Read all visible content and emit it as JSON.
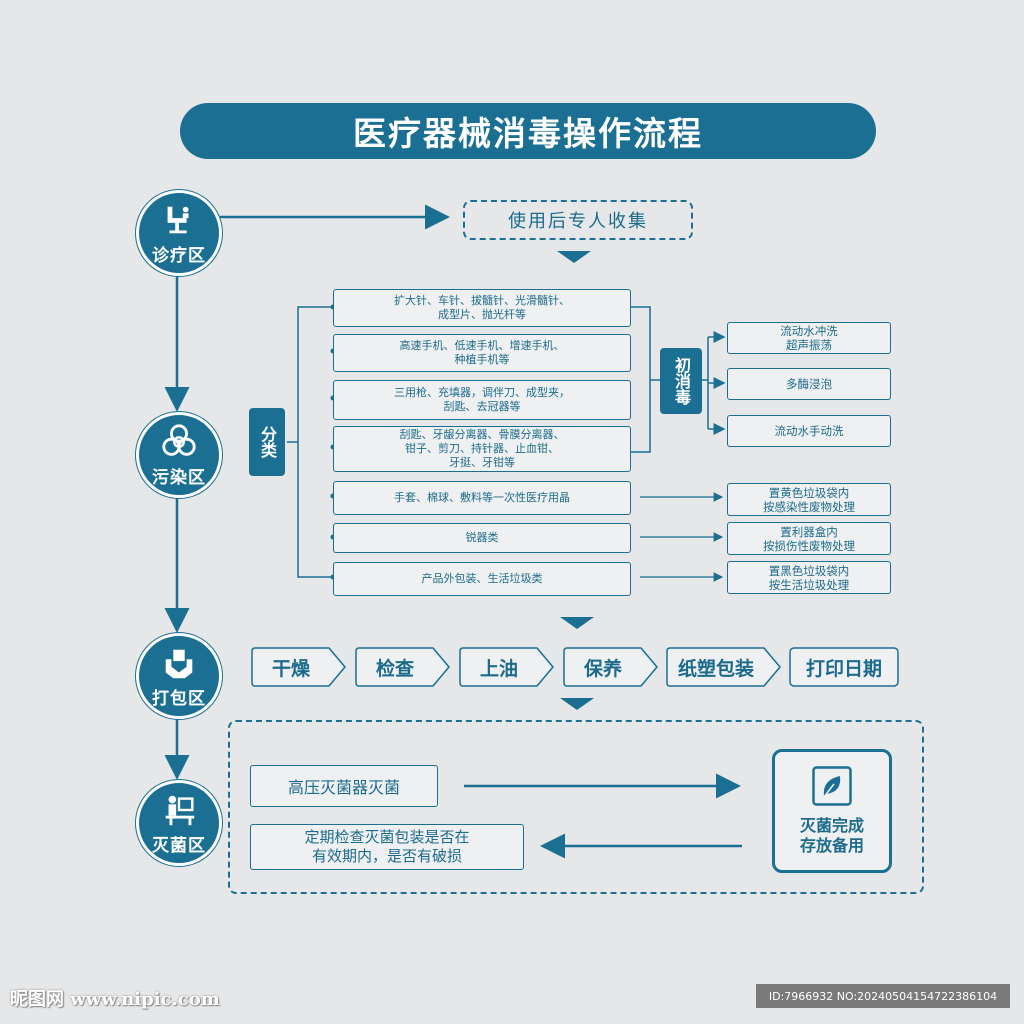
{
  "title": "医疗器械消毒操作流程",
  "colors": {
    "primary": "#1a6f92",
    "background": "#e6e7e8"
  },
  "zones": [
    {
      "label": "诊疗区",
      "icon": "dental-chair-icon"
    },
    {
      "label": "污染区",
      "icon": "biohazard-icon"
    },
    {
      "label": "打包区",
      "icon": "package-hands-icon"
    },
    {
      "label": "灭菌区",
      "icon": "workstation-icon"
    }
  ],
  "collect": "使用后专人收集",
  "classify": "分类",
  "initial_disinfect": "初消毒",
  "items": [
    "扩大针、车针、拔髓针、光滑髓针、\n成型片、抛光杆等",
    "高速手机、低速手机、增速手机、\n种植手机等",
    "三用枪、充填器，调伴刀、成型夹，\n刮匙、去冠器等",
    "刮匙、牙龈分离器、骨膜分离器、\n钳子、剪刀、持针器、止血钳、\n牙挺、牙钳等",
    "手套、棉球、敷料等一次性医疗用晶",
    "锐器类",
    "产品外包装、生活垃圾类"
  ],
  "disinfect_methods": [
    "流动水冲洗\n超声振荡",
    "多酶浸泡",
    "流动水手动洗"
  ],
  "waste_handling": [
    "置黄色垃圾袋内\n按感染性废物处理",
    "置利器盒内\n按损伤性废物处理",
    "置黑色垃圾袋内\n按生活垃圾处理"
  ],
  "packaging_steps": [
    "干燥",
    "检查",
    "上油",
    "保养",
    "纸塑包装",
    "打印日期"
  ],
  "sterilize": "高压灭菌器灭菌",
  "check": "定期检查灭菌包装是否在\n有效期内，是否有破损",
  "complete": "灭菌完成\n存放备用",
  "complete_icon": "leaf-icon",
  "footer": {
    "logo": "昵图网 www.nipic.com",
    "id": "ID:7966932 NO:20240504154722386104"
  }
}
